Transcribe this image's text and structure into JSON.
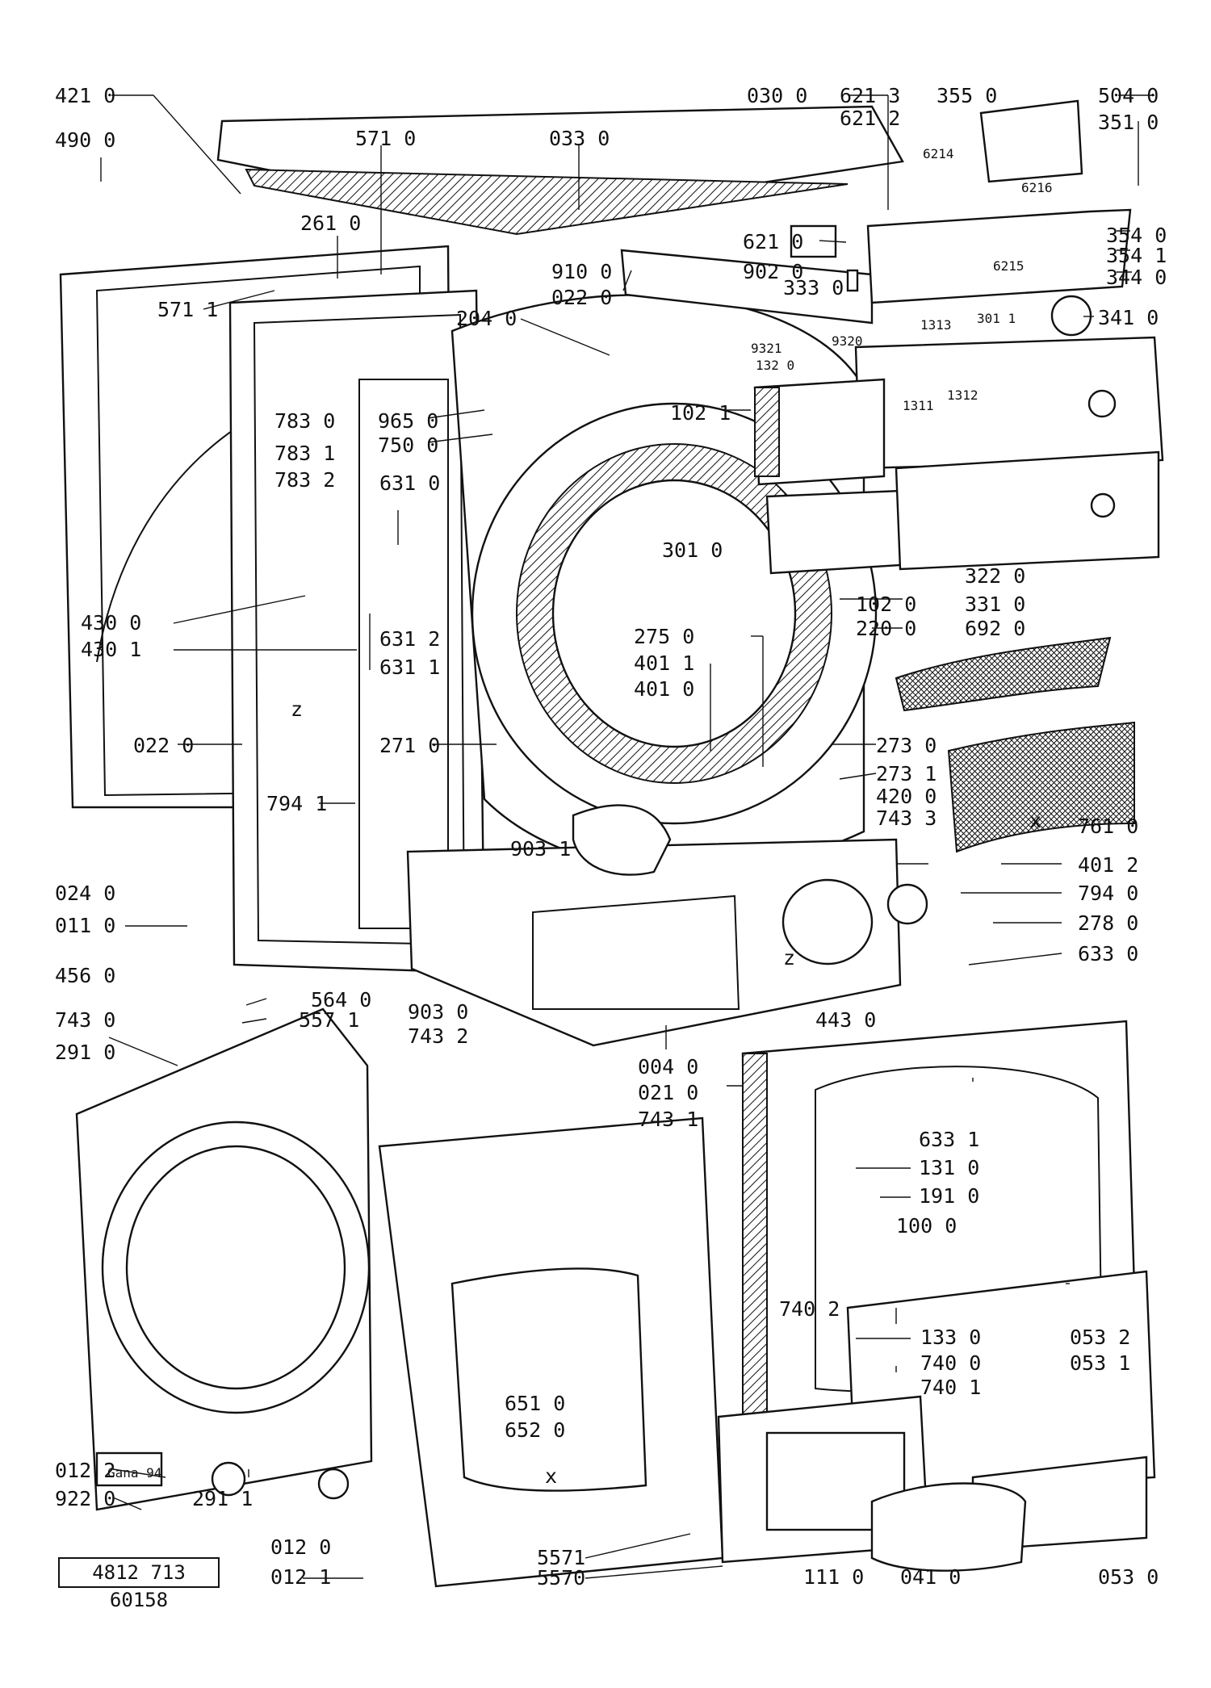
{
  "document_number": "4812 713 60158",
  "labels": {
    "l4210": "421 0",
    "l4900": "490 0",
    "l5710": "571 0",
    "l0330": "033 0",
    "l0300": "030 0",
    "l6213": "621 3",
    "l6212": "621 2",
    "l3550": "355 0",
    "l5040": "504 0",
    "l3510": "351 0",
    "l6214": "6214",
    "l6216": "6216",
    "l6215": "6215",
    "l2610": "261 0",
    "l5711": "571 1",
    "l6210": "621 0",
    "l9020": "902 0",
    "l9100": "910 0",
    "l0220t": "022 0",
    "l3330": "333 0",
    "l3540": "354 0",
    "l3541": "354 1",
    "l3440": "344 0",
    "l2040": "204 0",
    "l9320": "9320",
    "l1313": "1313",
    "l3011b": "301 1",
    "l3410": "341 0",
    "l9321": "9321",
    "l1320": "132 0",
    "l1312": "1312",
    "l1311": "1311",
    "l7830": "783 0",
    "l7831": "783 1",
    "l7832": "783 2",
    "l9650": "965 0",
    "l7500": "750 0",
    "l1021": "102 1",
    "l6310": "631 0",
    "l3010": "301 0",
    "l3220": "322 0",
    "l3310": "331 0",
    "l1020": "102 0",
    "l2200": "220 0",
    "l6920": "692 0",
    "l4300": "430 0",
    "l4301": "430 1",
    "l6312": "631 2",
    "l6311": "631 1",
    "z1": "z",
    "l2750": "275 0",
    "l4011": "401 1",
    "l4010": "401 0",
    "l0220m": "022 0",
    "l2710": "271 0",
    "l2730": "273 0",
    "l2731": "273 1",
    "l7941": "794 1",
    "l4200": "420 0",
    "l7433": "743 3",
    "l9031": "903 1",
    "l7610": "761 0",
    "x1": "x",
    "l4012": "401 2",
    "l7940": "794 0",
    "l0240": "024 0",
    "l0110": "011 0",
    "l2780": "278 0",
    "z2": "z",
    "l4560": "456 0",
    "l6330": "633 0",
    "l5640": "564 0",
    "l5571top": "557 1",
    "l9030": "903 0",
    "l7432": "743 2",
    "l4430": "443 0",
    "l7430": "743 0",
    "l2910": "291 0",
    "l0040": "004 0",
    "l0210": "021 0",
    "l7431": "743 1",
    "l6331": "633 1",
    "l1310": "131 0",
    "l1910": "191 0",
    "l1000": "100 0",
    "l7402": "740 2",
    "l1330": "133 0",
    "l0532": "053 2",
    "l0531": "053 1",
    "l7400": "740 0",
    "l7401": "740 1",
    "l6510": "651 0",
    "l6520": "652 0",
    "x2": "x",
    "l0122": "012 2",
    "l9220": "922 0",
    "l2911": "291 1",
    "l0120": "012 0",
    "l0121": "012 1",
    "l5571": "5571",
    "l5570": "5570",
    "l1110": "111 0",
    "l0410": "041 0",
    "l0530": "053 0",
    "gana": "Gana 94"
  }
}
